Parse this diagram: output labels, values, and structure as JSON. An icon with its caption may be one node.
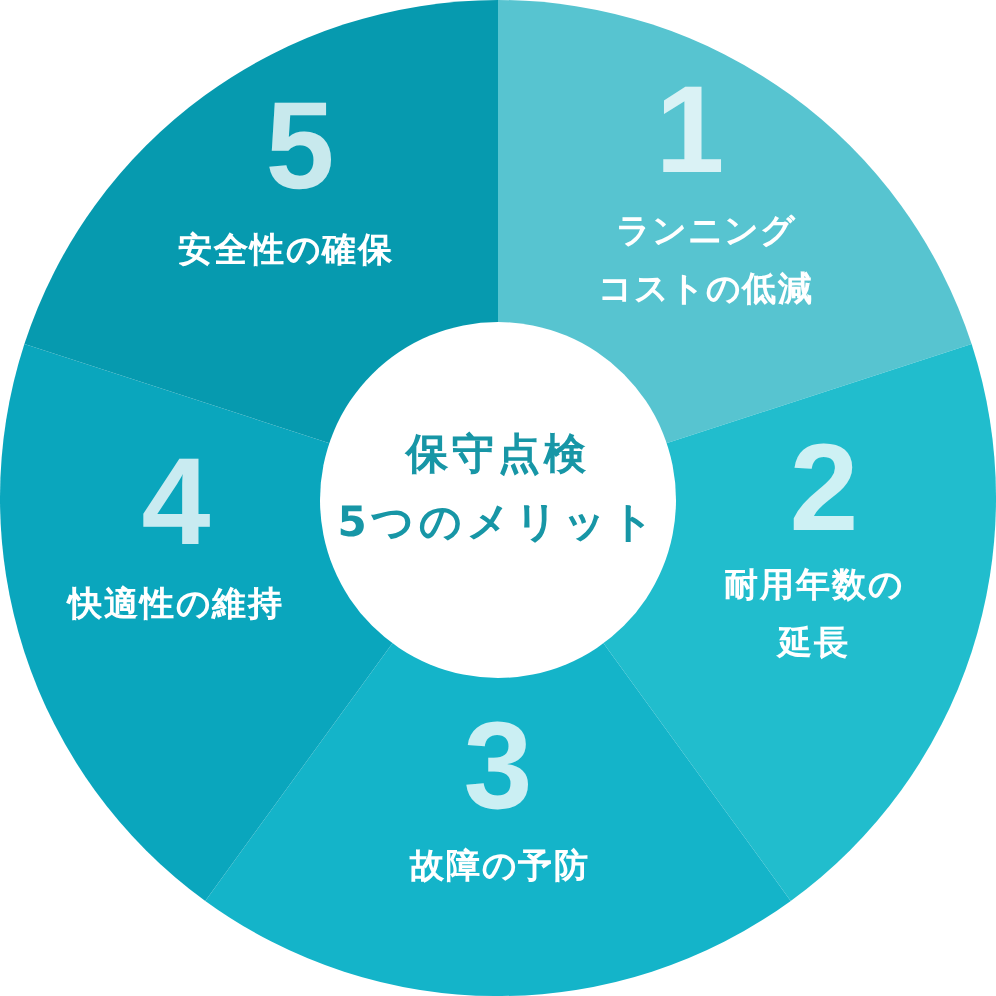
{
  "diagram": {
    "nodes": [
      {
        "text": [
          "保守点検5つのメリット"
        ]
      },
      {
        "text": [
          "1",
          "ランニングコストの低減"
        ]
      },
      {
        "text": [
          "2",
          "耐用年数の延長"
        ]
      },
      {
        "text": [
          "3",
          "故障の予防"
        ]
      },
      {
        "text": [
          "4",
          "快適性の維持"
        ]
      },
      {
        "text": [
          "5",
          "安全性の確保"
        ]
      }
    ]
  }
}
